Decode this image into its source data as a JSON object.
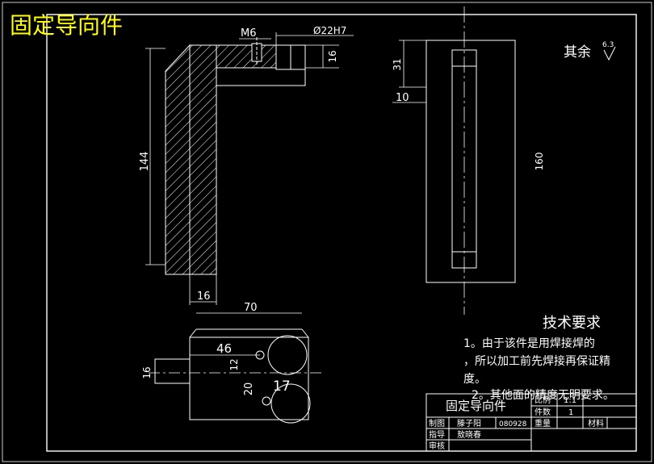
{
  "title": {
    "text": "固定导向件"
  },
  "top_view": {
    "dims": {
      "m6": "M6",
      "bore": "Ø22H7",
      "flange": "16",
      "height": "144",
      "thickness": "16"
    }
  },
  "side_view": {
    "dims": {
      "top": "31",
      "step": "10",
      "length": "160"
    },
    "roughness": {
      "label": "其余",
      "value": "6.3"
    }
  },
  "bottom_view": {
    "dims": {
      "width": "70",
      "offset": "46",
      "small": "12",
      "boss": "16",
      "spacing": "20",
      "radius": "17"
    }
  },
  "tech_req": {
    "heading": "技术要求",
    "line1": "1。由于该件是用焊接焊的",
    "line2": "，所以加工前先焊接再保证精",
    "line3": "度。",
    "line4": "2。其他面的精度无明要求。"
  },
  "title_block": {
    "name": "固定导向件",
    "ratio_label": "比例",
    "ratio_value": "1:1",
    "count_label": "件数",
    "count_value": "1",
    "drawn_label": "制图",
    "drawn_name": "滕子阳",
    "drawn_id": "080928",
    "weight_label": "重量",
    "material_label": "材料",
    "guide_label": "指导",
    "guide_name": "敖晓春",
    "review_label": "审核"
  },
  "colors": {
    "line": "#ffffff",
    "title": "#ffff00",
    "background": "#000000"
  }
}
